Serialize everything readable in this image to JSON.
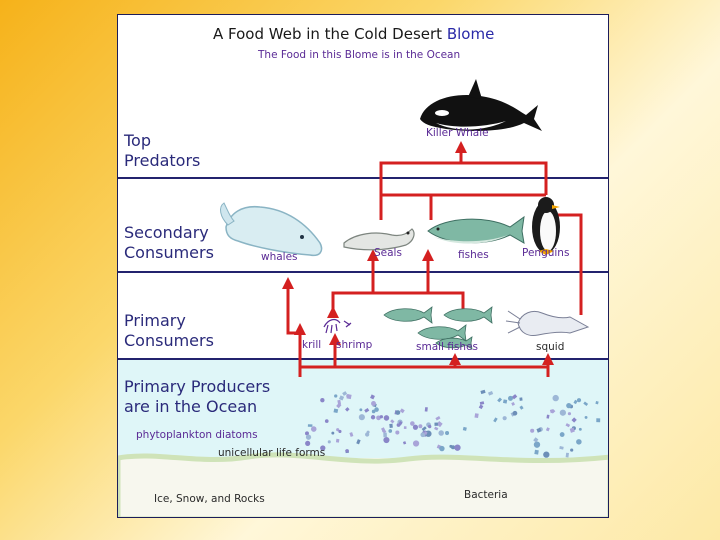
{
  "title": {
    "main": "A Food Web in the Cold Desert",
    "accent": "Blome"
  },
  "subtitle": "The Food in this Blome is in the Ocean",
  "levels": {
    "top": [
      "Top",
      "Predators"
    ],
    "secondary": [
      "Secondary",
      "Consumers"
    ],
    "primary": [
      "Primary",
      "Consumers"
    ],
    "producers": [
      "Primary Producers",
      "are in the Ocean"
    ]
  },
  "organisms": {
    "killer_whale": "Killer Whale",
    "whales": "whales",
    "seals": "Seals",
    "fishes": "fishes",
    "penguins": "Penguins",
    "krill": "krill",
    "shrimp": "shrimp",
    "small_fishes": "small fishes",
    "squid": "squid"
  },
  "producers": {
    "phytoplankton": "phytoplankton diatoms",
    "unicellular": "unicellular life forms"
  },
  "ground": {
    "ice": "Ice, Snow, and Rocks",
    "bacteria": "Bacteria"
  },
  "colors": {
    "arrow": "#d42020",
    "divider": "#23236e",
    "ocean": "#dff6f8",
    "text": "#2a2a7a",
    "label": "#5a2a95"
  }
}
